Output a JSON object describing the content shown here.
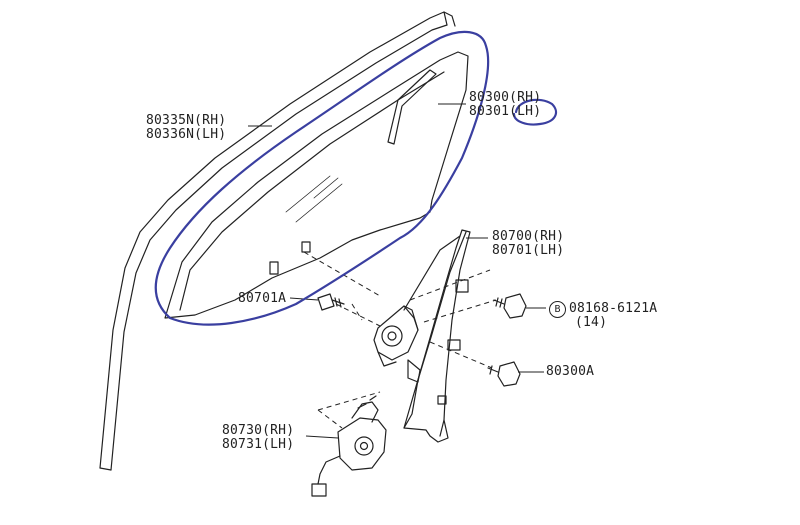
{
  "labels": {
    "window_glass_left": {
      "line1": "80335N(RH)",
      "line2": "80336N(LH)"
    },
    "window_glass_right": {
      "line1": "80300(RH)",
      "line2": "80301(LH)"
    },
    "regulator": {
      "line1": "80700(RH)",
      "line2": "80701(LH)"
    },
    "bolt_left": {
      "line1": "80701A"
    },
    "bolt_right": {
      "line1": "08168-6121A",
      "line2": "(14)",
      "badge": "B"
    },
    "bolt_lower": {
      "line1": "80300A"
    },
    "motor": {
      "line1": "80730(RH)",
      "line2": "80731(LH)"
    }
  },
  "colors": {
    "line": "#222222",
    "annotation": "#3a3fa0"
  }
}
